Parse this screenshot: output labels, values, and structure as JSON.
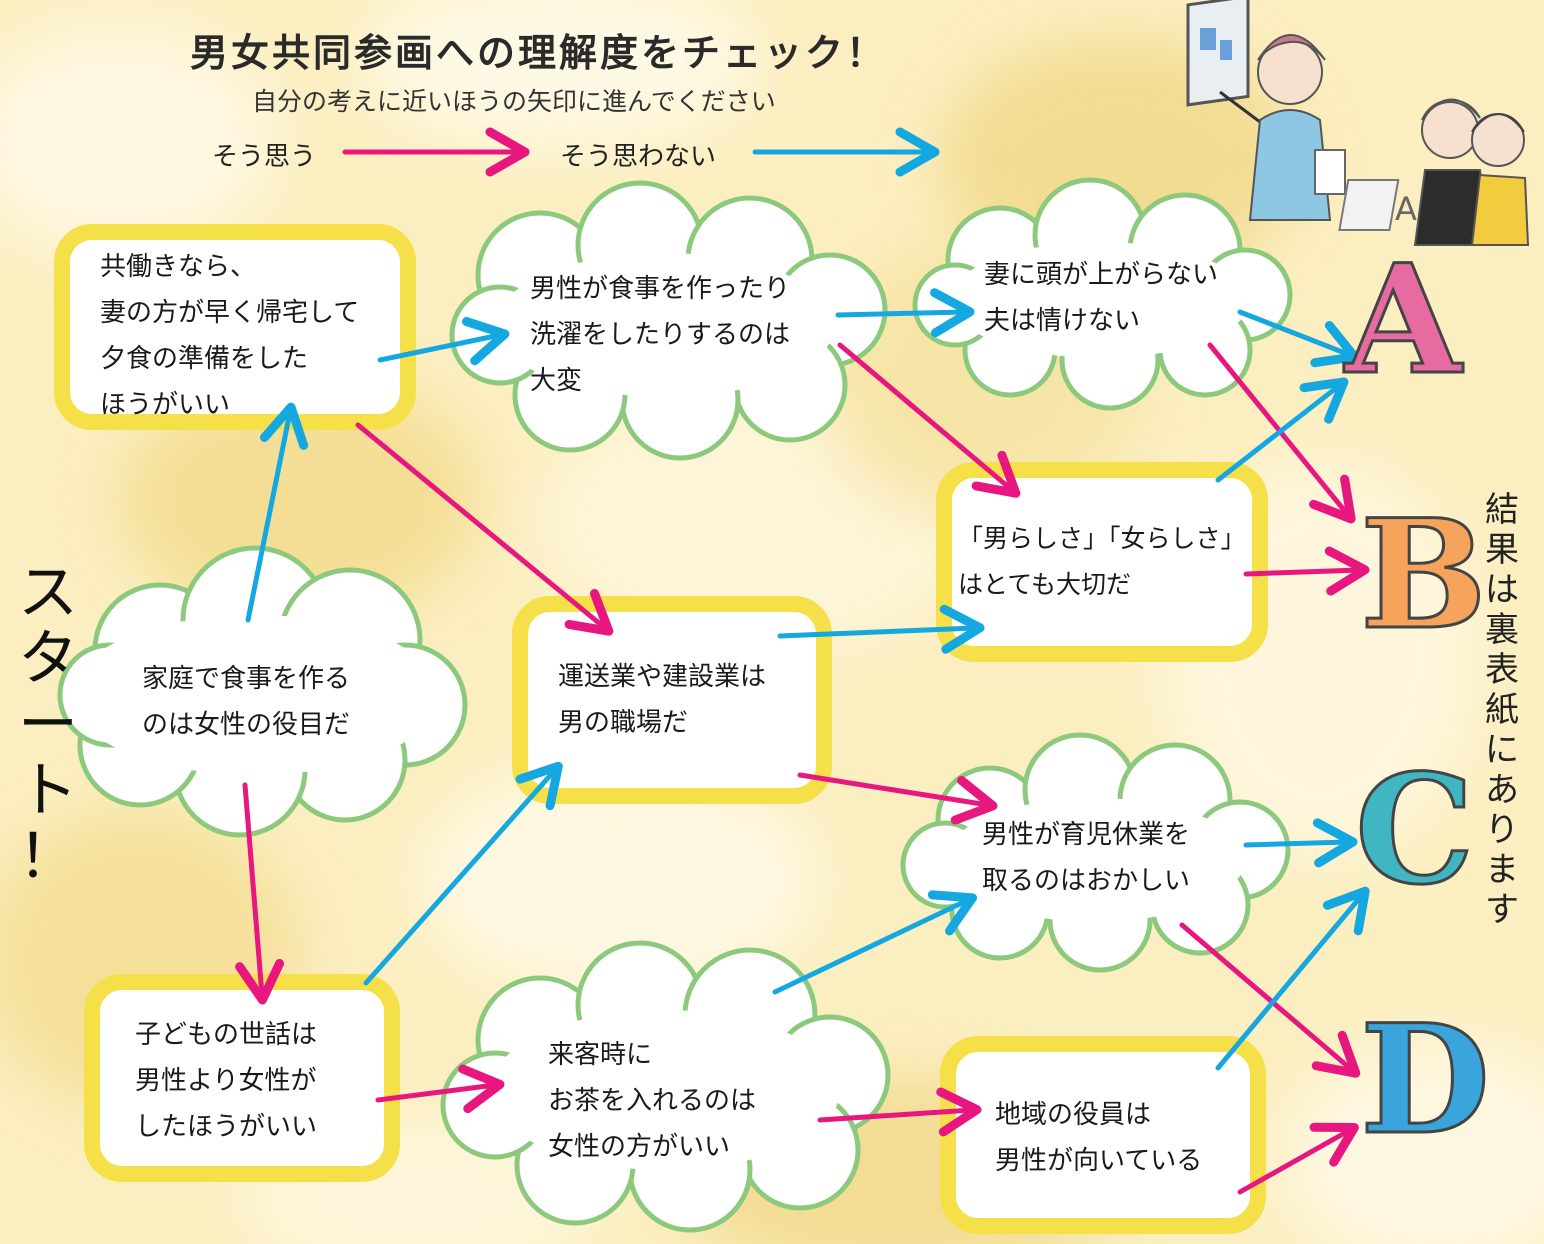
{
  "title": "男女共同参画への理解度をチェック！",
  "subtitle": "自分の考えに近いほうの矢印に進んでください",
  "legend": {
    "yes_label": "そう思う",
    "no_label": "そう思わない"
  },
  "colors": {
    "yes_arrow": "#e8167f",
    "no_arrow": "#15a8e0",
    "cloud_border": "#8cc97c",
    "box_border": "#f6e04a",
    "letter_a": "#e76aa0",
    "letter_b": "#f6a45c",
    "letter_c": "#3fb6c2",
    "letter_d": "#3aa5dd"
  },
  "start_label": "スタート！",
  "result_note": "結果は裏表紙にあります",
  "nodes": {
    "home_meal": [
      "家庭で食事を作る",
      "のは女性の役目だ"
    ],
    "dual_income": [
      "共働きなら、",
      "妻の方が早く帰宅して",
      "夕食の準備をした",
      "ほうがいい"
    ],
    "child_care": [
      "子どもの世話は",
      "男性より女性が",
      "したほうがいい"
    ],
    "men_chores": [
      "男性が食事を作ったり",
      "洗濯をしたりするのは",
      "大変"
    ],
    "transport": [
      "運送業や建設業は",
      "男の職場だ"
    ],
    "tea": [
      "来客時に",
      "お茶を入れるのは",
      "女性の方がいい"
    ],
    "wife_head": [
      "妻に頭が上がらない",
      "夫は情けない"
    ],
    "manliness": [
      "「男らしさ」「女らしさ」",
      "はとても大切だ"
    ],
    "paternity": [
      "男性が育児休業を",
      "取るのはおかしい"
    ],
    "community": [
      "地域の役員は",
      "男性が向いている"
    ]
  },
  "results": {
    "a": "A",
    "b": "B",
    "c": "C",
    "d": "D"
  }
}
